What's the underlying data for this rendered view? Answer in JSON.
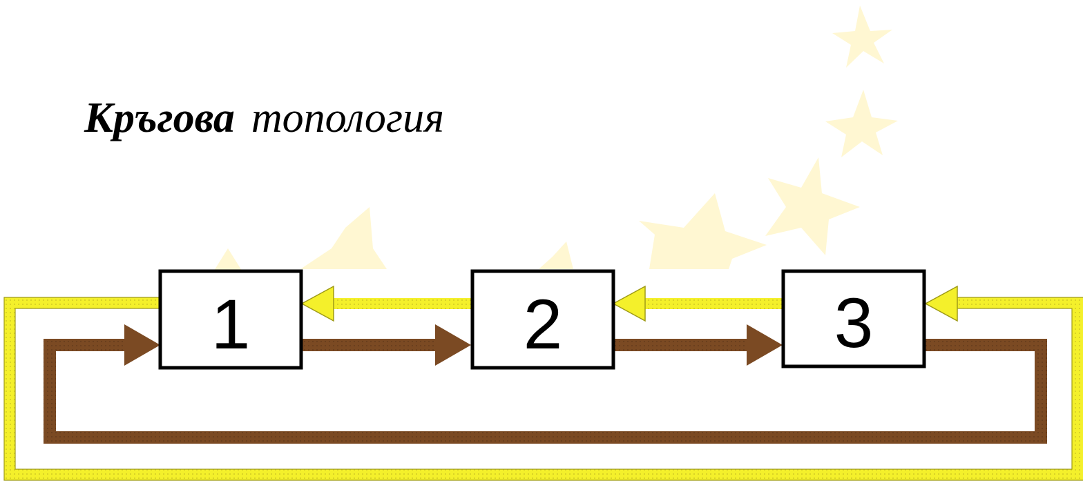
{
  "title": {
    "bold_text": "Кръгова",
    "text": "топология"
  },
  "nodes": [
    {
      "label": "1"
    },
    {
      "label": "2"
    },
    {
      "label": "3"
    }
  ],
  "links": {
    "outer_ring": {
      "color": "#f2ef2a",
      "direction": "3 → 2 → 1"
    },
    "inner_ring": {
      "color": "#7a4a22",
      "direction": "1 → 2 → 3"
    }
  },
  "background": {
    "decoration": "faint stars",
    "color": "#fff9d6"
  }
}
